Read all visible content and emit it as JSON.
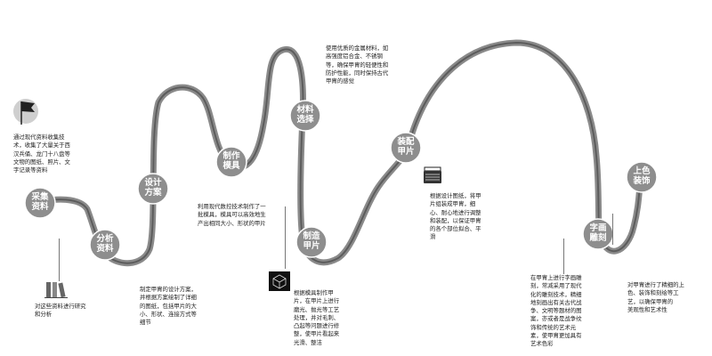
{
  "colors": {
    "path": "#8a8a8a",
    "path_core": "#5c5c5c",
    "node_fill": "#8e8e8e",
    "node_text": "#ffffff",
    "desc_text": "#222222"
  },
  "steps": [
    {
      "label": "采集\n资料",
      "icon": "flag-icon",
      "description": "通过现代资料收集技\n术，收集了大量关于西\n汉兵俑、龙门十八盘等\n文物的图纸、照片、文\n字记录等资料"
    },
    {
      "label": "分析\n资料",
      "icon": "books-icon",
      "description": "对这些资料进行研究\n和分析"
    },
    {
      "label": "设计\n方案",
      "icon": "",
      "description": "制定甲胄的设计方案，\n并根据方案绘制了详细\n的图纸，包括甲片的大\n小、形状、连接方式等\n细节"
    },
    {
      "label": "制作\n模具",
      "icon": "",
      "description": "利用现代数控技术制作了一\n批模具，模具可以高效地生\n产出相同大小、形状的甲片"
    },
    {
      "label": "材料\n选择",
      "icon": "",
      "description": "使用优质的金属材料，如\n高强度铝合金、不锈钢\n等，确保甲胄的轻便性和\n防护性能，同时保持古代\n甲胄的感觉"
    },
    {
      "label": "制造\n甲片",
      "icon": "cube-icon",
      "description": "根据模具制作甲\n片，在甲片上进行\n磨光、抛光等工艺\n处理，并对毛刺、\n凸起等问题进行修\n整，使甲片看起来\n光滑、整洁"
    },
    {
      "label": "装配\n甲片",
      "icon": "armor-icon",
      "description": "根据设计图纸，将甲\n片组装成甲胄，细\n心、耐心地进行调整\n和装配，以保证甲胄\n的各个部位拟合、平\n滑"
    },
    {
      "label": "字画\n雕刻",
      "icon": "",
      "description": "在甲胄上进行字画雕\n刻，常减采用了现代\n化的雕刻技术，精细\n地刻画出有关古代战\n争、文明等题材的图\n案，亦或者是战争纹\n饰和传统的艺术元\n素，使甲胄更加具有\n艺术色彩"
    },
    {
      "label": "上色\n装饰",
      "icon": "",
      "description": "对甲胄进行了精细的上\n色、装饰和刻绘等工\n艺，以确保甲胄的\n美观性和艺术性"
    }
  ]
}
